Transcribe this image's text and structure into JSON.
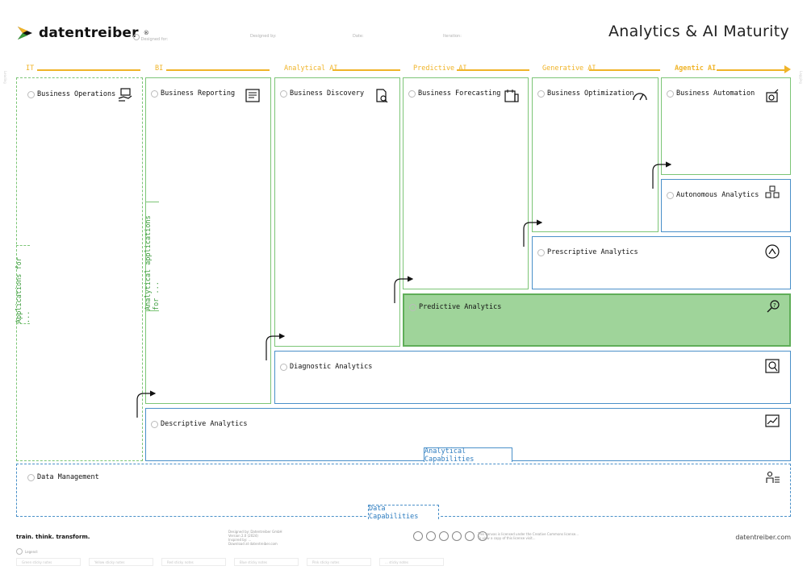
{
  "brand": {
    "name": "datentreiber",
    "reg": "®",
    "website": "datentreiber.com",
    "tagline": "train. think. transform."
  },
  "meta_fields": [
    "Designed for:",
    "Designed by:",
    "Date:",
    "Iteration:"
  ],
  "title": "Analytics & AI Maturity",
  "stages": [
    "IT",
    "BI",
    "Analytical AI",
    "Predictive AI",
    "Generative AI",
    "Agentic AI"
  ],
  "side_tags": {
    "left": "Leading",
    "right": "Lagging"
  },
  "boxes": {
    "business_operations": "Business Operations",
    "business_reporting": "Business Reporting",
    "business_discovery": "Business Discovery",
    "business_forecasting": "Business Forecasting",
    "business_optimization": "Business Optimization",
    "business_automation": "Business Automation",
    "autonomous_analytics": "Autonomous Analytics",
    "prescriptive_analytics": "Prescriptive Analytics",
    "predictive_analytics": "Predictive Analytics",
    "diagnostic_analytics": "Diagnostic Analytics",
    "descriptive_analytics": "Descriptive Analytics",
    "data_management": "Data Management"
  },
  "tabs": {
    "applications_for": "Applications for ...",
    "analytical_applications_for": "Analytical applications for ...",
    "analytical_capabilities": "Analytical Capabilities",
    "data_capabilities": "Data Capabilities"
  },
  "footer": {
    "credits": [
      "Designed by: Datentreiber GmbH",
      "Version 2.0 (2024)",
      "Inspired by: ...",
      "Download at datentreiber.com"
    ],
    "license": [
      "This canvas is licensed under the Creative Commons license...",
      "To view a copy of this license visit..."
    ],
    "legend_label": "Legend:",
    "sticky_notes": [
      "Green sticky notes",
      "Yellow sticky notes",
      "Red sticky notes",
      "Blue sticky notes",
      "Pink sticky notes",
      "... sticky notes"
    ]
  },
  "colors": {
    "accent_yellow": "#f0b429",
    "green": "#7cc576",
    "blue": "#4a90c9",
    "highlight_fill": "#9fd49a"
  },
  "icons": [
    "hand-laptop-icon",
    "report-list-icon",
    "document-search-icon",
    "calendar-chart-icon",
    "speedometer-icon",
    "gear-robot-icon",
    "cubes-network-icon",
    "arrow-target-icon",
    "magnifier-question-icon",
    "chart-magnifier-icon",
    "trend-chart-icon",
    "person-list-icon",
    "arrow-connector-icon"
  ]
}
